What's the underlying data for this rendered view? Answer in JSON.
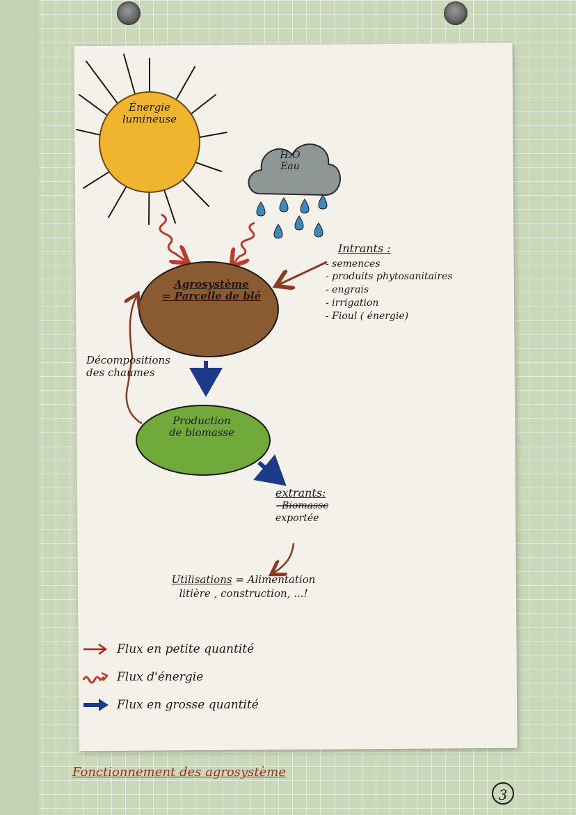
{
  "sun": {
    "label": "Énergie lumineuse",
    "color": "#f0b52e"
  },
  "cloud": {
    "label_top": "H₂O",
    "label_bottom": "Eau",
    "color": "#8f9796"
  },
  "agrosystem": {
    "label_line1": "Agrosystème",
    "label_line2": "= Parcelle de blé",
    "color": "#8a5a31"
  },
  "biomass": {
    "label_line1": "Production",
    "label_line2": "de biomasse",
    "color": "#6faa3a"
  },
  "intrants": {
    "title": "Intrants :",
    "items": [
      "- semences",
      "- produits phytosanitaires",
      "- engrais",
      "- irrigation",
      "- Fioul ( énergie)"
    ]
  },
  "decomposition": {
    "line1": "Décompositions",
    "line2": "des chaumes"
  },
  "extrants": {
    "title": "extrants:",
    "item_line1": "- Biomasse",
    "item_line2": "exportée"
  },
  "utilisations": {
    "line1_a": "Utilisations",
    "line1_b": " = Alimentation",
    "line2": "litière , construction, ...!"
  },
  "legend": {
    "items": [
      {
        "label": "Flux en petite quantité",
        "icon": "thin-red-arrow-icon",
        "color": "#b3261e"
      },
      {
        "label": "Flux d'énergie",
        "icon": "wavy-red-arrow-icon",
        "color": "#c0392b"
      },
      {
        "label": "Flux en grosse quantité",
        "icon": "blue-arrow-icon",
        "color": "#1d3a8a"
      }
    ]
  },
  "footer": {
    "title": "Fonctionnement des agrosystème",
    "page_number": "3"
  },
  "colors": {
    "small_flow": "#8b3a22",
    "energy_flow": "#c0392b",
    "large_flow": "#1d3a8a",
    "raindrop": "#3f89b8"
  }
}
